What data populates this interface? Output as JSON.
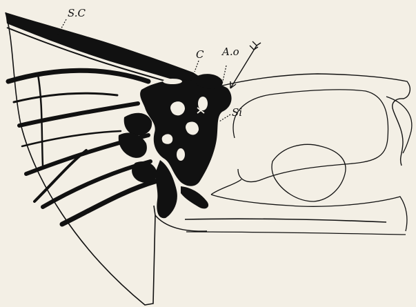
{
  "figure": {
    "labels": {
      "sc": "S.C",
      "c": "C",
      "ao": "A.o",
      "si": "Si"
    },
    "colors": {
      "paper": "#f3efe5",
      "ink": "#111111"
    }
  }
}
